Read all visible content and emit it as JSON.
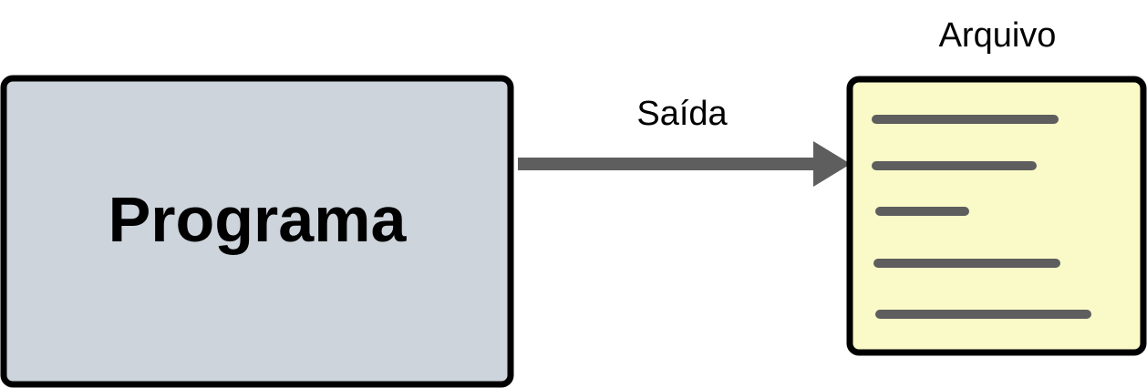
{
  "program": {
    "label": "Programa",
    "fill_color": "#cdd4dc",
    "border_color": "#000000"
  },
  "arrow": {
    "label": "Saída",
    "color": "#5e5e5e"
  },
  "file": {
    "label": "Arquivo",
    "fill_color": "#fafac8",
    "border_color": "#000000",
    "line_color": "#5e5e5e",
    "line_icon": "text-line-icon"
  }
}
